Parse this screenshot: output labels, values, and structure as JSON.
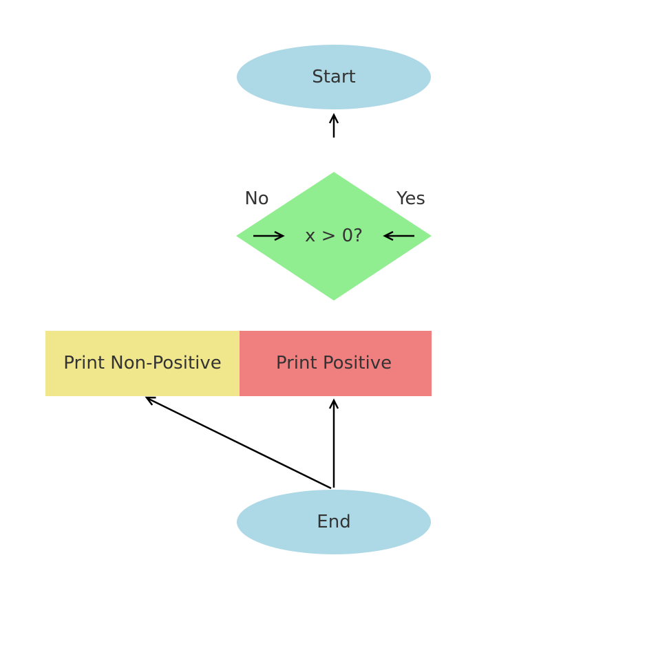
{
  "diagram": {
    "nodes": {
      "start": {
        "label": "Start",
        "color": "#add8e6"
      },
      "decision": {
        "label": "x > 0?",
        "color": "#90ee90"
      },
      "print_non_positive": {
        "label": "Print Non-Positive",
        "color": "#f0e68c"
      },
      "print_positive": {
        "label": "Print Positive",
        "color": "#f08080"
      },
      "end": {
        "label": "End",
        "color": "#add8e6"
      }
    },
    "edge_labels": {
      "no": "No",
      "yes": "Yes"
    }
  }
}
